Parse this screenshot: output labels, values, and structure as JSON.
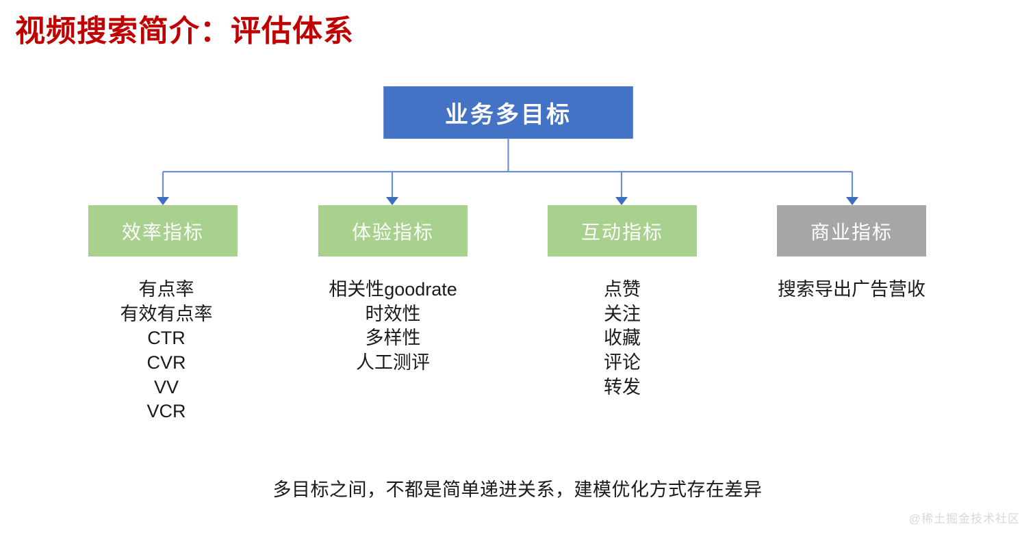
{
  "slide": {
    "title": "视频搜索简介：评估体系",
    "title_color": "#C00000",
    "background": "#ffffff"
  },
  "diagram": {
    "root": {
      "label": "业务多目标",
      "fill": "#4472C4",
      "text_color": "#FFFFFF"
    },
    "connector_color": "#6A8ECF",
    "branches": [
      {
        "label": "效率指标",
        "fill": "#A9D18E",
        "text_color": "#FFFFFF",
        "items": [
          "有点率",
          "有效有点率",
          "CTR",
          "CVR",
          "VV",
          "VCR"
        ]
      },
      {
        "label": "体验指标",
        "fill": "#A9D18E",
        "text_color": "#FFFFFF",
        "items": [
          "相关性goodrate",
          "时效性",
          "多样性",
          "人工测评"
        ]
      },
      {
        "label": "互动指标",
        "fill": "#A9D18E",
        "text_color": "#FFFFFF",
        "items": [
          "点赞",
          "关注",
          "收藏",
          "评论",
          "转发"
        ]
      },
      {
        "label": "商业指标",
        "fill": "#A6A6A6",
        "text_color": "#FFFFFF",
        "items": [
          "搜索导出广告营收"
        ]
      }
    ]
  },
  "footnote": "多目标之间，不都是简单递进关系，建模优化方式存在差异",
  "watermark": "@稀土掘金技术社区"
}
